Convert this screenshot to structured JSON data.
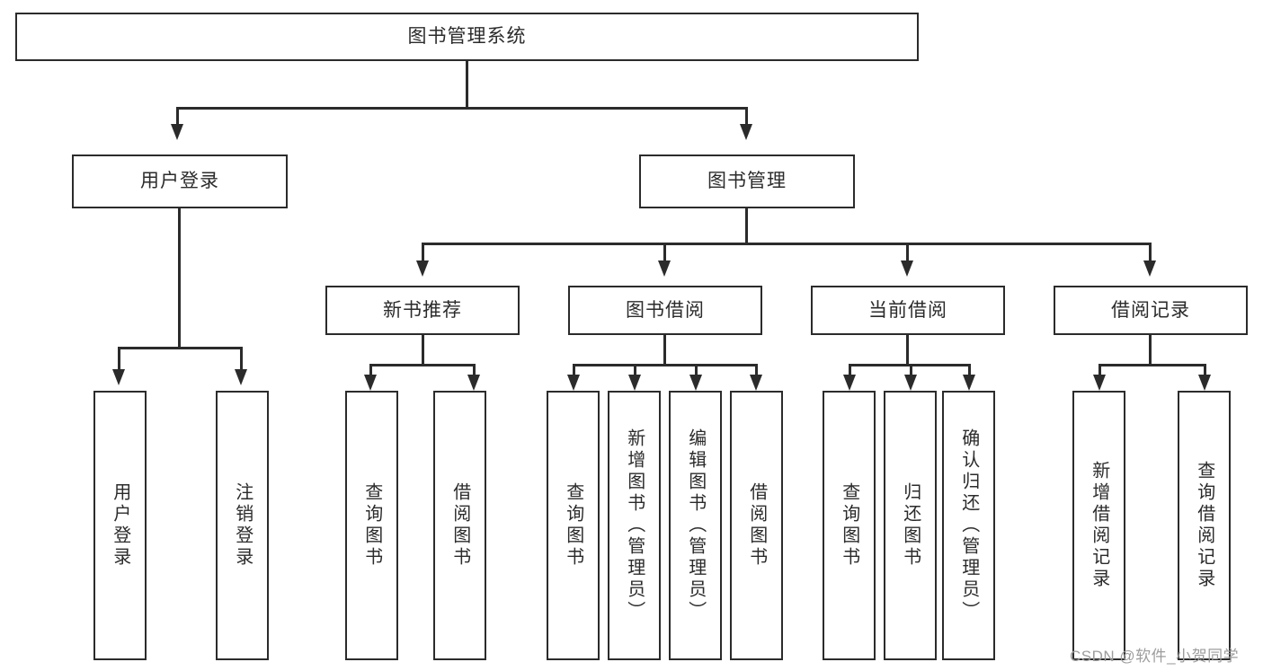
{
  "diagram": {
    "title": "图书管理系统",
    "type": "hierarchy-tree",
    "watermark": "CSDN @软件_小贺同学",
    "colors": {
      "stroke": "#2b2b2b",
      "fill": "#ffffff",
      "watermark": "#9d9d9d"
    },
    "root": {
      "label": "图书管理系统"
    },
    "level2": [
      {
        "id": "user-login",
        "label": "用户登录"
      },
      {
        "id": "book-manage",
        "label": "图书管理"
      }
    ],
    "level3": [
      {
        "id": "new-book-rec",
        "label": "新书推荐"
      },
      {
        "id": "book-borrow",
        "label": "图书借阅"
      },
      {
        "id": "current-borrow",
        "label": "当前借阅"
      },
      {
        "id": "borrow-record",
        "label": "借阅记录"
      }
    ],
    "leaves": {
      "user_login": [
        {
          "id": "leaf-user-login",
          "label": "用户登录"
        },
        {
          "id": "leaf-user-logout",
          "label": "注销登录"
        }
      ],
      "new_book_rec": [
        {
          "id": "leaf-query-book-1",
          "label": "查询图书"
        },
        {
          "id": "leaf-borrow-book-1",
          "label": "借阅图书"
        }
      ],
      "book_borrow": [
        {
          "id": "leaf-query-book-2",
          "label": "查询图书"
        },
        {
          "id": "leaf-add-book",
          "label": "新增图书（管理员）"
        },
        {
          "id": "leaf-edit-book",
          "label": "编辑图书（管理员）"
        },
        {
          "id": "leaf-borrow-book-2",
          "label": "借阅图书"
        }
      ],
      "current_borrow": [
        {
          "id": "leaf-query-book-3",
          "label": "查询图书"
        },
        {
          "id": "leaf-return-book",
          "label": "归还图书"
        },
        {
          "id": "leaf-confirm-return",
          "label": "确认归还（管理员）"
        }
      ],
      "borrow_record": [
        {
          "id": "leaf-add-record",
          "label": "新增借阅记录"
        },
        {
          "id": "leaf-query-record",
          "label": "查询借阅记录"
        }
      ]
    }
  }
}
